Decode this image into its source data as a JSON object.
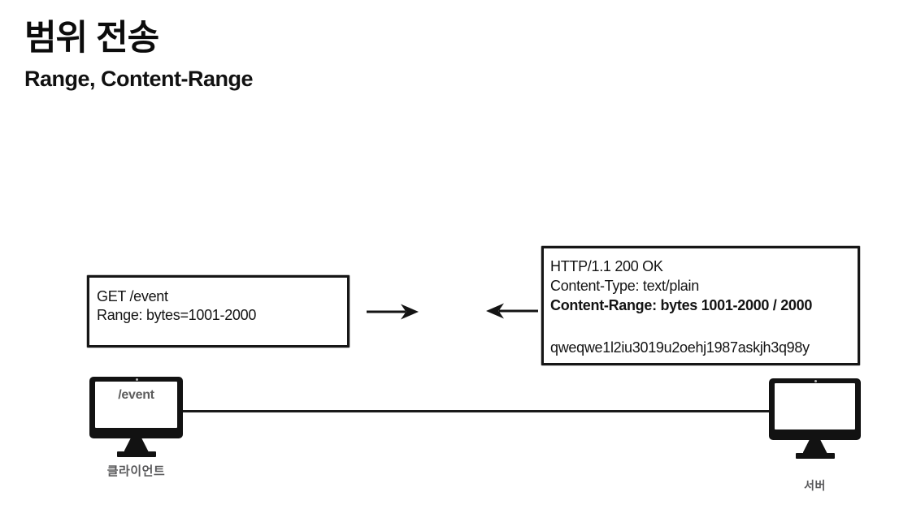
{
  "slide": {
    "title": "범위 전송",
    "subtitle": "Range, Content-Range"
  },
  "request_box": {
    "lines": [
      "GET /event",
      "Range: bytes=1001-2000"
    ]
  },
  "response_box": {
    "lines": [
      "HTTP/1.1 200 OK",
      "Content-Type: text/plain",
      "Content-Range: bytes 1001-2000 / 2000"
    ],
    "body": "qweqwe1l2iu3019u2oehj1987askjh3q98y"
  },
  "client": {
    "screen_label": "/event",
    "caption": "클라이언트"
  },
  "server": {
    "caption": "서버"
  },
  "icons": {
    "request_arrow": "arrow-right-icon",
    "response_arrow": "arrow-left-icon",
    "client_icon": "desktop-monitor-icon",
    "server_icon": "desktop-monitor-icon"
  },
  "colors": {
    "background": "#ffffff",
    "ink": "#141414",
    "caption_gray": "#59595b",
    "screen_label_gray": "#5d5d5d"
  }
}
